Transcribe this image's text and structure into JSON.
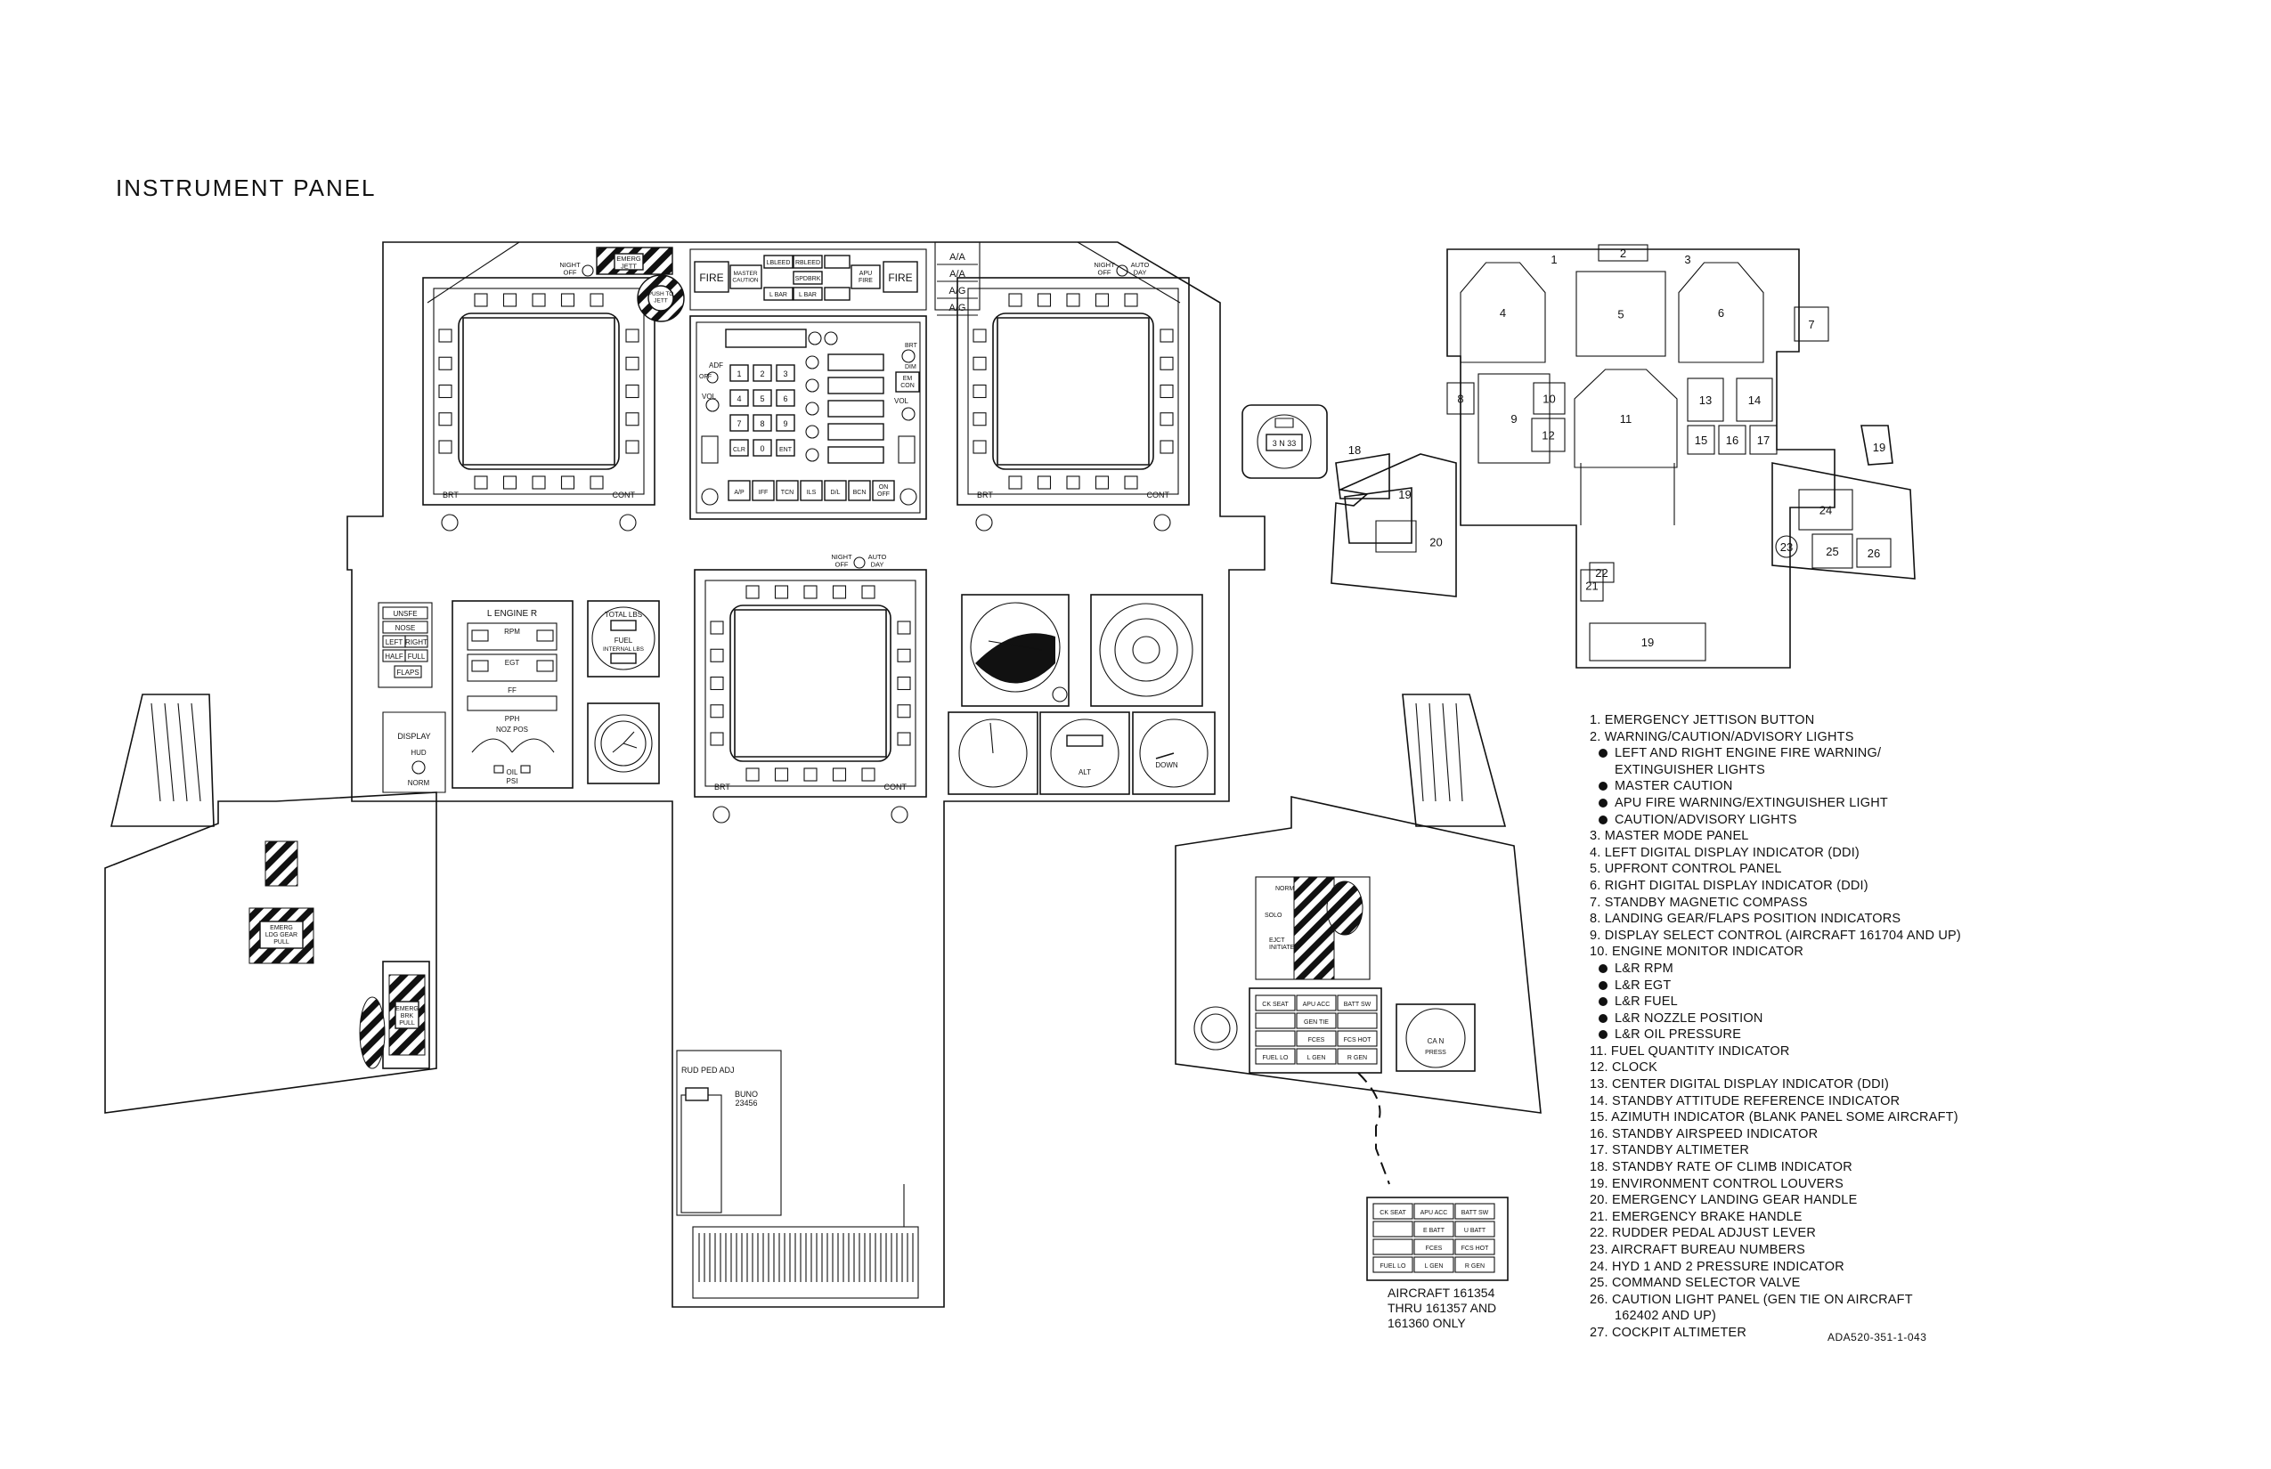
{
  "title": "INSTRUMENT PANEL",
  "doc_id": "ADA520-351-1-043",
  "aircraft_note": "AIRCRAFT 161354\nTHRU 161357 AND\n161360 ONLY",
  "center_labels": {
    "fire_left": "FIRE",
    "fire_right": "FIRE",
    "master_caution": "MASTER\nCAUTION",
    "apu_fire": "APU\nFIRE",
    "l_bleed": "LBLEED",
    "r_bleed": "RBLEED",
    "spd_brk": "SPDBRK",
    "l_bar": "L BAR",
    "l_bar2": "L BAR",
    "master_modes": [
      "A/A",
      "A/A",
      "A/G",
      "A/G"
    ],
    "emerg_jett": "EMERG\nJETT",
    "push_to_jett": "PUSH TO\nJETT",
    "night_off": "NIGHT\nOFF",
    "auto_day": "AUTO\nDAY",
    "brt": "BRT",
    "cont": "CONT",
    "adf": "ADF",
    "vol": "VOL",
    "off": "OFF",
    "dim": "DIM",
    "em_con": "EM\nCON",
    "clr": "CLR",
    "ent": "ENT",
    "keypad": [
      "1",
      "2",
      "3",
      "4",
      "5",
      "6",
      "7",
      "8",
      "9",
      "0"
    ],
    "ufc_buttons": [
      "A/P",
      "IFF",
      "TCN",
      "ILS",
      "D/L",
      "BCN",
      "ON\nOFF"
    ],
    "engine_title": "L  ENGINE  R",
    "rpm": "RPM",
    "egt": "EGT",
    "ff": "FF",
    "pph": "PPH",
    "noz_pos": "NOZ POS",
    "oil": "OIL",
    "psi": "PSI",
    "total_lbs": "TOTAL LBS",
    "fuel": "FUEL",
    "internal_lbs": "INTERNAL LBS",
    "gear_flaps": [
      "UNSFE",
      "NOSE",
      "LEFT",
      "RIGHT",
      "HALF",
      "FULL",
      "FLAPS"
    ],
    "display": "DISPLAY",
    "hud": "HUD",
    "norm": "NORM",
    "emerg_ldg_gear": "EMERG\nLDG GEAR\nPULL",
    "emerg_brk": "EMERG\nBRK\nPULL",
    "rud_ped_adj": "RUD PED ADJ",
    "buno": "BUNO\n23456",
    "norm_solo": "NORM",
    "solo": "SOLO",
    "ejct_initiate": "EJCT\nINITIATE",
    "caution_panel": [
      "CK SEAT",
      "APU ACC",
      "BATT SW",
      "GEN TIE",
      "FCES",
      "FCS HOT",
      "FUEL LO",
      "L GEN",
      "R GEN"
    ],
    "caution_panel_alt": [
      "CK SEAT",
      "APU ACC",
      "BATT SW",
      "E BATT",
      "U BATT",
      "FCES",
      "FCS HOT",
      "FUEL LO",
      "L GEN",
      "R GEN"
    ],
    "hyd_press": "PRESS",
    "hyd_caption": "CA  N",
    "down": "DOWN",
    "alt": "ALT"
  },
  "key_numbers": [
    "1",
    "2",
    "3",
    "4",
    "5",
    "6",
    "7",
    "8",
    "9",
    "10",
    "11",
    "12",
    "13",
    "14",
    "15",
    "16",
    "17",
    "18",
    "19",
    "19",
    "19",
    "20",
    "21",
    "22",
    "23",
    "24",
    "25",
    "26",
    "27"
  ],
  "legend": [
    {
      "text": "1. EMERGENCY JETTISON BUTTON",
      "kind": "item"
    },
    {
      "text": "2. WARNING/CAUTION/ADVISORY LIGHTS",
      "kind": "item"
    },
    {
      "text": "LEFT AND RIGHT ENGINE FIRE WARNING/",
      "kind": "bullet"
    },
    {
      "text": "EXTINGUISHER LIGHTS",
      "kind": "indent"
    },
    {
      "text": "MASTER CAUTION",
      "kind": "bullet"
    },
    {
      "text": "APU FIRE WARNING/EXTINGUISHER LIGHT",
      "kind": "bullet"
    },
    {
      "text": "CAUTION/ADVISORY LIGHTS",
      "kind": "bullet"
    },
    {
      "text": "3. MASTER MODE PANEL",
      "kind": "item"
    },
    {
      "text": "4. LEFT DIGITAL DISPLAY INDICATOR (DDI)",
      "kind": "item"
    },
    {
      "text": "5. UPFRONT CONTROL PANEL",
      "kind": "item"
    },
    {
      "text": "6. RIGHT DIGITAL DISPLAY INDICATOR (DDI)",
      "kind": "item"
    },
    {
      "text": "7. STANDBY MAGNETIC COMPASS",
      "kind": "item"
    },
    {
      "text": "8. LANDING GEAR/FLAPS POSITION INDICATORS",
      "kind": "item"
    },
    {
      "text": "9. DISPLAY SELECT CONTROL (AIRCRAFT 161704 AND UP)",
      "kind": "item"
    },
    {
      "text": "10. ENGINE MONITOR INDICATOR",
      "kind": "item"
    },
    {
      "text": "L&R RPM",
      "kind": "bullet"
    },
    {
      "text": "L&R EGT",
      "kind": "bullet"
    },
    {
      "text": "L&R FUEL",
      "kind": "bullet"
    },
    {
      "text": "L&R NOZZLE POSITION",
      "kind": "bullet"
    },
    {
      "text": "L&R OIL PRESSURE",
      "kind": "bullet"
    },
    {
      "text": "11. FUEL QUANTITY INDICATOR",
      "kind": "item"
    },
    {
      "text": "12. CLOCK",
      "kind": "item"
    },
    {
      "text": "13. CENTER DIGITAL DISPLAY INDICATOR (DDI)",
      "kind": "item"
    },
    {
      "text": "14. STANDBY ATTITUDE REFERENCE INDICATOR",
      "kind": "item"
    },
    {
      "text": "15. AZIMUTH INDICATOR (BLANK PANEL SOME AIRCRAFT)",
      "kind": "item"
    },
    {
      "text": "16. STANDBY AIRSPEED INDICATOR",
      "kind": "item"
    },
    {
      "text": "17. STANDBY ALTIMETER",
      "kind": "item"
    },
    {
      "text": "18. STANDBY RATE OF CLIMB INDICATOR",
      "kind": "item"
    },
    {
      "text": "19. ENVIRONMENT CONTROL LOUVERS",
      "kind": "item"
    },
    {
      "text": "20. EMERGENCY LANDING GEAR HANDLE",
      "kind": "item"
    },
    {
      "text": "21. EMERGENCY BRAKE HANDLE",
      "kind": "item"
    },
    {
      "text": "22. RUDDER PEDAL ADJUST LEVER",
      "kind": "item"
    },
    {
      "text": "23. AIRCRAFT BUREAU NUMBERS",
      "kind": "item"
    },
    {
      "text": "24. HYD 1 AND 2 PRESSURE INDICATOR",
      "kind": "item"
    },
    {
      "text": "25. COMMAND SELECTOR VALVE",
      "kind": "item"
    },
    {
      "text": "26. CAUTION LIGHT PANEL (GEN TIE ON AIRCRAFT",
      "kind": "item"
    },
    {
      "text": "162402 AND UP)",
      "kind": "indent"
    },
    {
      "text": "27. COCKPIT ALTIMETER",
      "kind": "item"
    }
  ]
}
